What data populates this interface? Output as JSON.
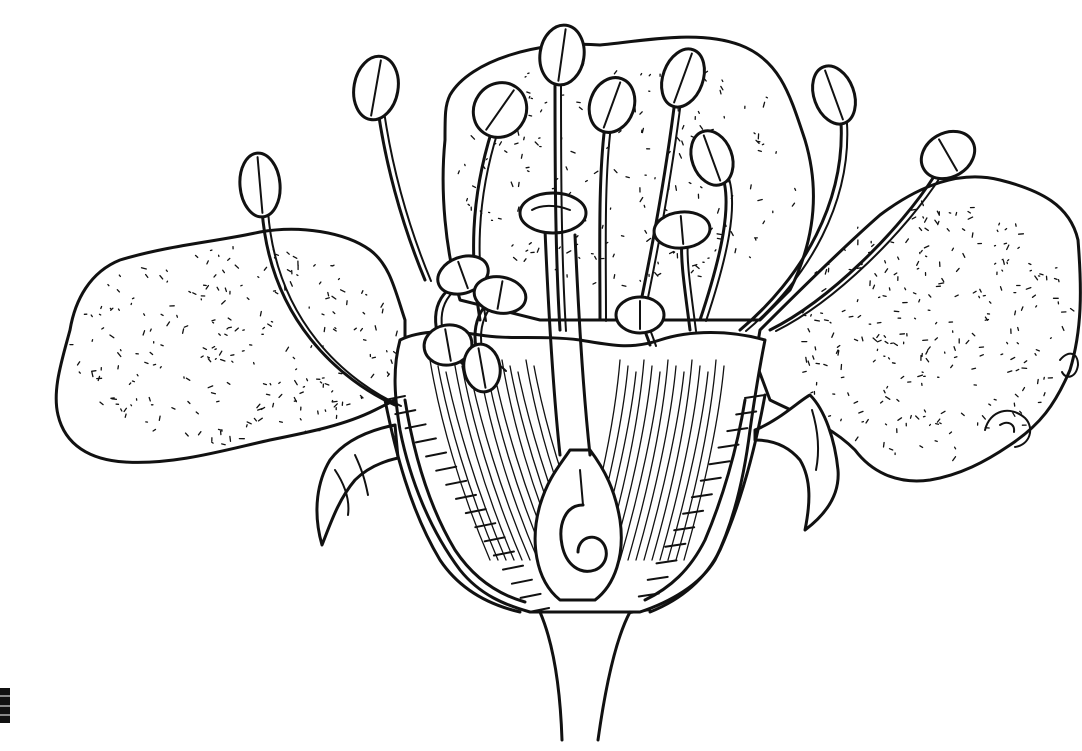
{
  "diagram": {
    "type": "botanical-line-drawing",
    "subject": "flower-longitudinal-section",
    "ink_color": "#111111",
    "background_color": "#ffffff",
    "parts": [
      "petal-left",
      "petal-right",
      "petal-back",
      "sepal-left",
      "sepal-right",
      "stamens",
      "receptacle-cup",
      "style",
      "stigma",
      "ovary",
      "ovule",
      "pedicel"
    ]
  }
}
